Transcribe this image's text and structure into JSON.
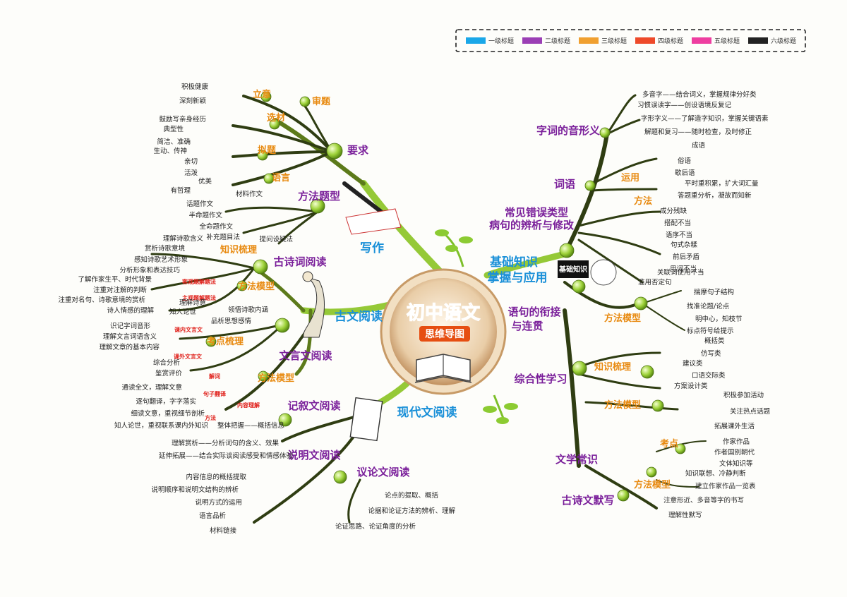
{
  "center": {
    "title": "初中语文",
    "subtitle": "思维导图"
  },
  "legend": [
    {
      "label": "一级标题",
      "color": "#1aa7e8"
    },
    {
      "label": "二级标题",
      "color": "#9b3fb5"
    },
    {
      "label": "三级标题",
      "color": "#f0a030"
    },
    {
      "label": "四级标题",
      "color": "#ee4a2a"
    },
    {
      "label": "五级标题",
      "color": "#ee3ea0"
    },
    {
      "label": "六级标题",
      "color": "#222222"
    }
  ],
  "badge": "基础知识",
  "nodes": [
    {
      "text": "写作",
      "level": 1
    },
    {
      "text": "古文阅读",
      "level": 1
    },
    {
      "text": "现代文阅读",
      "level": 1
    },
    {
      "text": "基础知识",
      "level": 1
    },
    {
      "text": "掌握与应用",
      "level": 1
    },
    {
      "text": "要求",
      "level": 2
    },
    {
      "text": "方法题型",
      "level": 2
    },
    {
      "text": "古诗词阅读",
      "level": 2
    },
    {
      "text": "文言文阅读",
      "level": 2
    },
    {
      "text": "记叙文阅读",
      "level": 2
    },
    {
      "text": "说明文阅读",
      "level": 2
    },
    {
      "text": "议论文阅读",
      "level": 2
    },
    {
      "text": "字词的音形义",
      "level": 2
    },
    {
      "text": "词语",
      "level": 2
    },
    {
      "text": "常见错误类型",
      "level": 2
    },
    {
      "text": "病句的辨析与修改",
      "level": 2
    },
    {
      "text": "语句的衔接",
      "level": 2
    },
    {
      "text": "与连贯",
      "level": 2
    },
    {
      "text": "综合性学习",
      "level": 2
    },
    {
      "text": "文学常识",
      "level": 2
    },
    {
      "text": "古诗文默写",
      "level": 2
    },
    {
      "text": "立意",
      "level": 3
    },
    {
      "text": "审题",
      "level": 3
    },
    {
      "text": "选材",
      "level": 3
    },
    {
      "text": "拟题",
      "level": 3
    },
    {
      "text": "语言",
      "level": 3
    },
    {
      "text": "知识梳理",
      "level": 3
    },
    {
      "text": "方法模型",
      "level": 3
    },
    {
      "text": "考点梳理",
      "level": 3
    },
    {
      "text": "方法模型",
      "level": 3
    },
    {
      "text": "运用",
      "level": 3
    },
    {
      "text": "方法",
      "level": 3
    },
    {
      "text": "方法模型",
      "level": 3
    },
    {
      "text": "知识梳理",
      "level": 3
    },
    {
      "text": "方法模型",
      "level": 3
    },
    {
      "text": "考点",
      "level": 3
    },
    {
      "text": "方法模型",
      "level": 3
    },
    {
      "text": "客观题解题法",
      "level": 4
    },
    {
      "text": "主观题解题法",
      "level": 4
    },
    {
      "text": "课内文言文",
      "level": 4
    },
    {
      "text": "课外文言文",
      "level": 4
    },
    {
      "text": "解词",
      "level": 4
    },
    {
      "text": "句子翻译",
      "level": 4
    },
    {
      "text": "内容理解",
      "level": 4
    },
    {
      "text": "方法",
      "level": 4
    },
    {
      "text": "积极健康",
      "level": 6
    },
    {
      "text": "深刻新颖",
      "level": 6
    },
    {
      "text": "鼓励写亲身经历",
      "level": 6
    },
    {
      "text": "典型性",
      "level": 6
    },
    {
      "text": "简洁、准确",
      "level": 6
    },
    {
      "text": "生动、传神",
      "level": 6
    },
    {
      "text": "亲切",
      "level": 6
    },
    {
      "text": "活泼",
      "level": 6
    },
    {
      "text": "优美",
      "level": 6
    },
    {
      "text": "有哲理",
      "level": 6
    },
    {
      "text": "材料作文",
      "level": 6
    },
    {
      "text": "话题作文",
      "level": 6
    },
    {
      "text": "半命题作文",
      "level": 6
    },
    {
      "text": "全命题作文",
      "level": 6
    },
    {
      "text": "补充题目法",
      "level": 6
    },
    {
      "text": "提问设疑法",
      "level": 6
    },
    {
      "text": "理解诗歌含义",
      "level": 6
    },
    {
      "text": "赏析诗歌意境",
      "level": 6
    },
    {
      "text": "感知诗歌艺术形象",
      "level": 6
    },
    {
      "text": "分析形象和表达技巧",
      "level": 6
    },
    {
      "text": "了解作家生平、时代背景",
      "level": 6
    },
    {
      "text": "注重对注解的判断",
      "level": 6
    },
    {
      "text": "注重对名句、诗歌意境的赏析",
      "level": 6
    },
    {
      "text": "诗人情感的理解",
      "level": 6
    },
    {
      "text": "理解诗意",
      "level": 6
    },
    {
      "text": "知人论世",
      "level": 6
    },
    {
      "text": "领悟诗歌内涵",
      "level": 6
    },
    {
      "text": "品析思想感情",
      "level": 6
    },
    {
      "text": "识记字词音形",
      "level": 6
    },
    {
      "text": "理解文言词语含义",
      "level": 6
    },
    {
      "text": "理解文章的基本内容",
      "level": 6
    },
    {
      "text": "综合分析",
      "level": 6
    },
    {
      "text": "鉴赏评价",
      "level": 6
    },
    {
      "text": "通读全文，理解文意",
      "level": 6
    },
    {
      "text": "逐句翻译，字字落实",
      "level": 6
    },
    {
      "text": "细读文意，重视细节剖析",
      "level": 6
    },
    {
      "text": "知人论世，重视联系课内外知识",
      "level": 6
    },
    {
      "text": "整体把握——概括信息",
      "level": 6
    },
    {
      "text": "理解赏析——分析词句的含义、效果",
      "level": 6
    },
    {
      "text": "延伸拓展——结合实际谈阅读感受和情感体验",
      "level": 6
    },
    {
      "text": "内容信息的概括提取",
      "level": 6
    },
    {
      "text": "说明顺序和说明文结构的辨析",
      "level": 6
    },
    {
      "text": "说明方式的运用",
      "level": 6
    },
    {
      "text": "语言品析",
      "level": 6
    },
    {
      "text": "材料链接",
      "level": 6
    },
    {
      "text": "论点的提取、概括",
      "level": 6
    },
    {
      "text": "论据和论证方法的辨析、理解",
      "level": 6
    },
    {
      "text": "论证思路、论证角度的分析",
      "level": 6
    },
    {
      "text": "多音字——结合词义，掌握规律分好类",
      "level": 6
    },
    {
      "text": "习惯误读字——创设语境反复记",
      "level": 6
    },
    {
      "text": "字形字义——了解造字知识，掌握关键语素",
      "level": 6
    },
    {
      "text": "解题和复习——随时检查，及时修正",
      "level": 6
    },
    {
      "text": "成语",
      "level": 6
    },
    {
      "text": "俗语",
      "level": 6
    },
    {
      "text": "歇后语",
      "level": 6
    },
    {
      "text": "平时重积累，扩大词汇量",
      "level": 6
    },
    {
      "text": "答题重分析，凝故而知新",
      "level": 6
    },
    {
      "text": "成分残缺",
      "level": 6
    },
    {
      "text": "搭配不当",
      "level": 6
    },
    {
      "text": "语序不当",
      "level": 6
    },
    {
      "text": "句式杂糅",
      "level": 6
    },
    {
      "text": "前后矛盾",
      "level": 6
    },
    {
      "text": "用词不当",
      "level": 6
    },
    {
      "text": "关联词使用不当",
      "level": 6
    },
    {
      "text": "滥用否定句",
      "level": 6
    },
    {
      "text": "揣摩句子结构",
      "level": 6
    },
    {
      "text": "找准论题/论点",
      "level": 6
    },
    {
      "text": "明中心，知枝节",
      "level": 6
    },
    {
      "text": "标点符号给提示",
      "level": 6
    },
    {
      "text": "概括类",
      "level": 6
    },
    {
      "text": "仿写类",
      "level": 6
    },
    {
      "text": "建议类",
      "level": 6
    },
    {
      "text": "口语交际类",
      "level": 6
    },
    {
      "text": "方案设计类",
      "level": 6
    },
    {
      "text": "积极参加活动",
      "level": 6
    },
    {
      "text": "关注热点话题",
      "level": 6
    },
    {
      "text": "拓展课外生活",
      "level": 6
    },
    {
      "text": "作家作品",
      "level": 6
    },
    {
      "text": "作者国别朝代",
      "level": 6
    },
    {
      "text": "文体知识等",
      "level": 6
    },
    {
      "text": "知识联想、冷静判断",
      "level": 6
    },
    {
      "text": "建立作家作品一览表",
      "level": 6
    },
    {
      "text": "注意形近、多音等字的书写",
      "level": 6
    },
    {
      "text": "理解性默写",
      "level": 6
    }
  ]
}
